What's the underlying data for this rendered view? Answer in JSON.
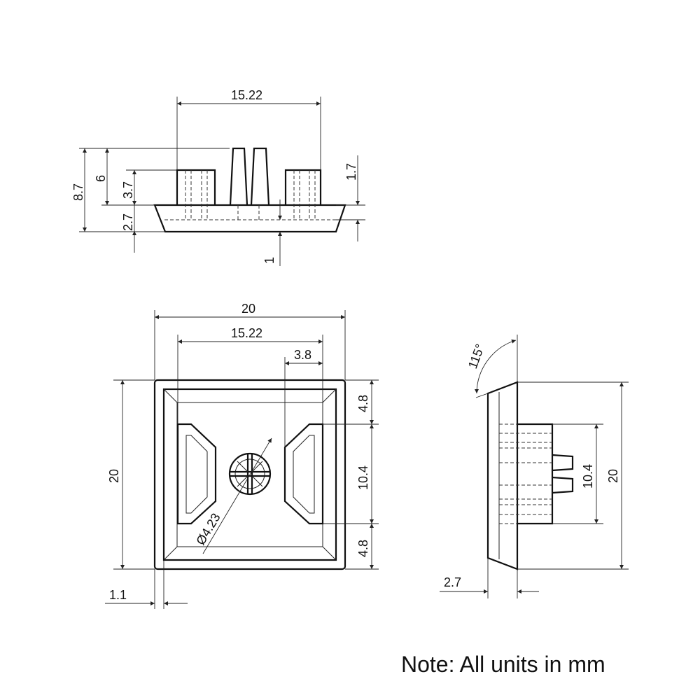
{
  "units_note": "Note: All units in mm",
  "side_view": {
    "width": "15.22",
    "height_total": "8.7",
    "height_peg": "6",
    "height_boss": "3.7",
    "height_base": "2.7",
    "height_step": "1.7",
    "wall": "1"
  },
  "top_view": {
    "outer_width": "20",
    "inner_width": "15.22",
    "boss_width": "3.8",
    "outer_height": "20",
    "top_offset": "4.8",
    "middle_span": "10.4",
    "bottom_offset": "4.8",
    "diameter": "Ø4.23",
    "lip": "1.1"
  },
  "end_view": {
    "angle": "115°",
    "middle_span": "10.4",
    "height": "20",
    "base_thickness": "2.7"
  }
}
